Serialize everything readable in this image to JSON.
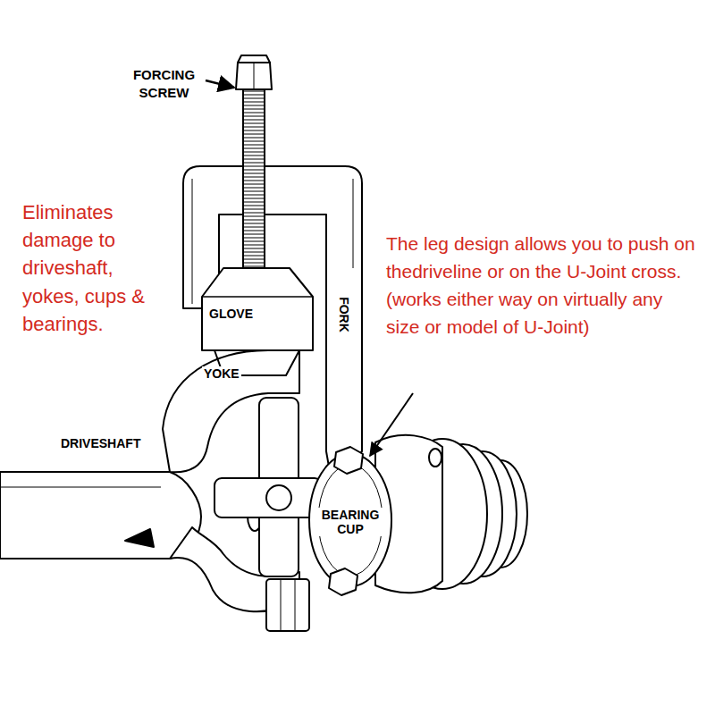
{
  "diagram": {
    "labels": [
      "FORCING SCREW",
      "Eliminates damage to driveshaft, yokes, cups & bearings.",
      "The leg design allows you to push on thedriveline or on the U-Joint cross. (works either way on virtually any size or model of U-Joint)",
      "FORK",
      "GLOVE",
      "YOKE",
      "DRIVESHAFT",
      "BEARING CUP"
    ]
  }
}
